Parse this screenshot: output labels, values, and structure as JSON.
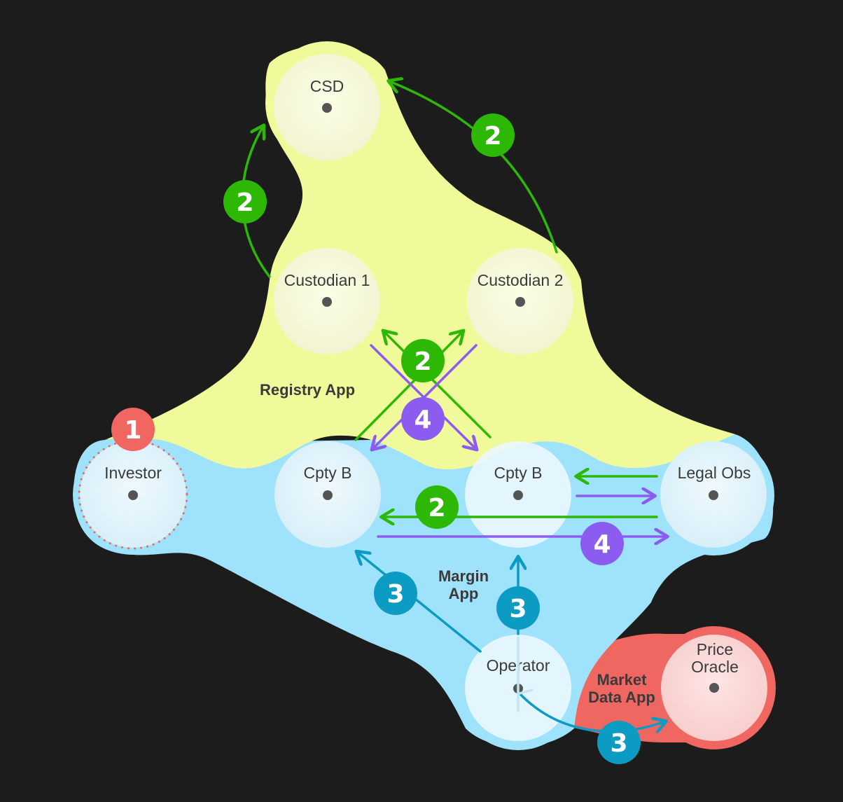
{
  "colors": {
    "background": "#1c1c1c",
    "registry": "#f0fa9b",
    "margin": "#9ee2fb",
    "market": "#f06660",
    "green": "#2db806",
    "purple": "#8c5cf0",
    "blue": "#0c9bc2",
    "red": "#f06660"
  },
  "apps": {
    "registry": "Registry App",
    "margin_line1": "Margin",
    "margin_line2": "App",
    "market_line1": "Market",
    "market_line2": "Data App"
  },
  "nodes": {
    "csd": "CSD",
    "custodian1": "Custodian 1",
    "custodian2": "Custodian 2",
    "investor": "Investor",
    "cpty_b_left": "Cpty B",
    "cpty_b_right": "Cpty B",
    "legal_obs": "Legal Obs",
    "operator": "Operator",
    "price_oracle_line1": "Price",
    "price_oracle_line2": "Oracle"
  },
  "badges": {
    "step1": "1",
    "step2": "2",
    "step3": "3",
    "step4": "4"
  }
}
